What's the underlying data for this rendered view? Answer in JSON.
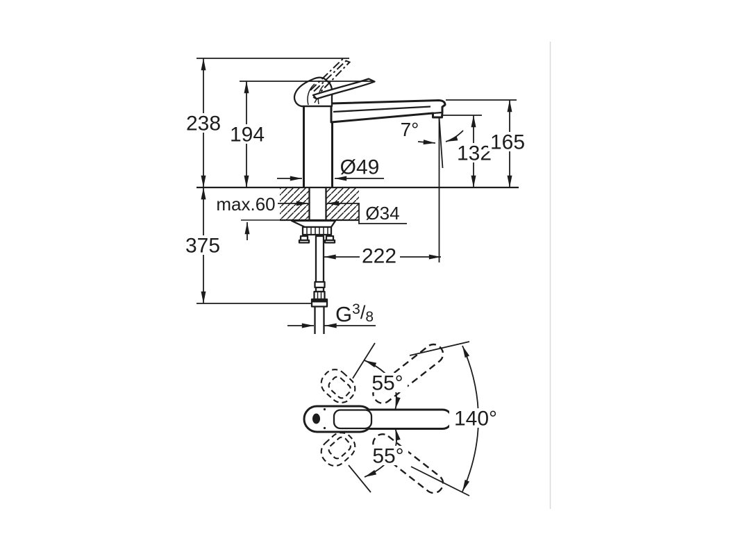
{
  "colors": {
    "line": "#1c1c1c",
    "divider": "#d9d9d9",
    "background": "#ffffff"
  },
  "side_view": {
    "labels": {
      "total_height": "238",
      "handle_height": "194",
      "below_counter_depth": "375",
      "max_deck_thickness": "max.60",
      "body_diameter": "Ø49",
      "hole_diameter": "Ø34",
      "outlet_height": "132",
      "spout_top_height": "165",
      "spout_angle": "7°",
      "spout_reach": "222",
      "supply_connection": {
        "prefix": "G",
        "numerator": "3",
        "slash": "/",
        "denominator": "8"
      }
    }
  },
  "top_view": {
    "labels": {
      "swivel_upper": "55°",
      "swivel_lower": "55°",
      "swivel_total": "140°"
    }
  }
}
